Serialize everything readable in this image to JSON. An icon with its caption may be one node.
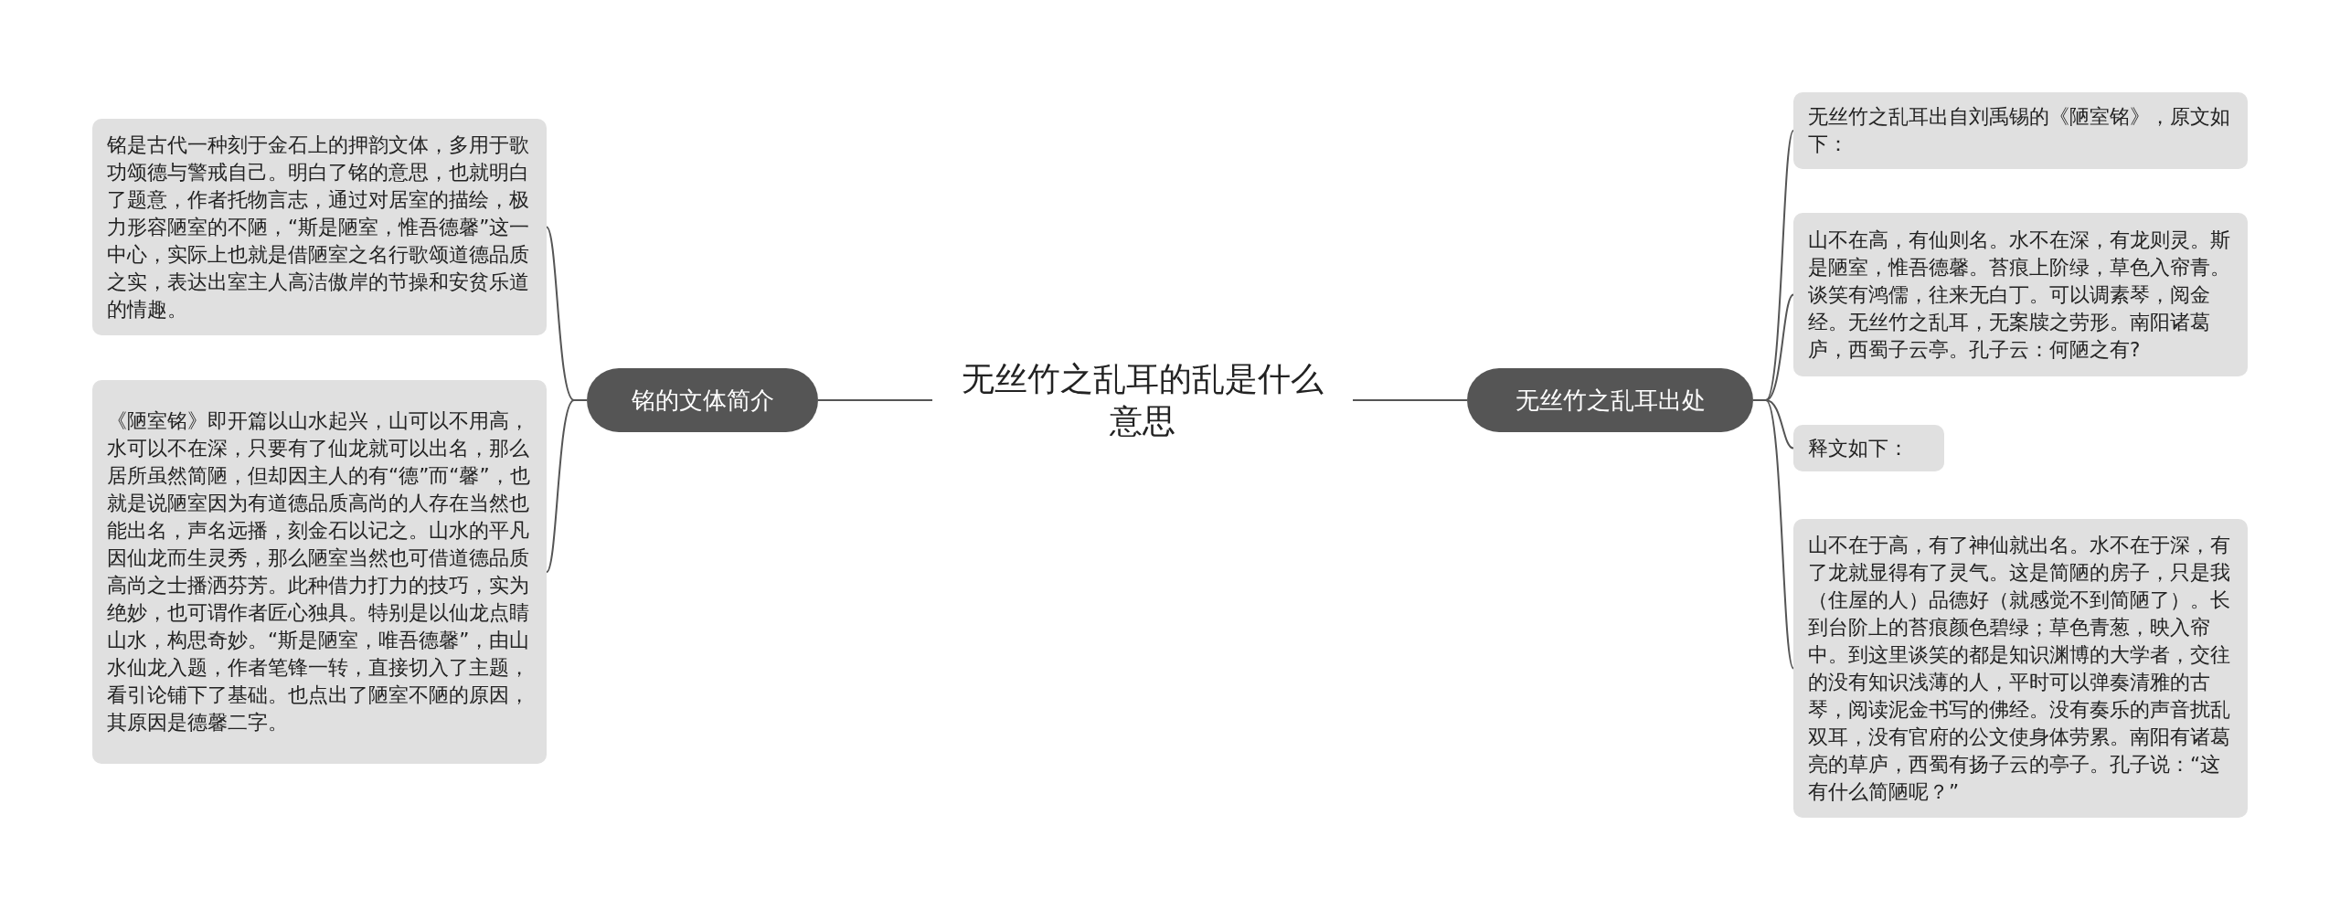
{
  "diagram": {
    "nodes": [
      {
        "text": [
          "无丝竹之乱耳的乱是什么意思"
        ]
      },
      {
        "text": [
          "铭的文体简介"
        ]
      },
      {
        "text": [
          "铭是古代一种刻于金石上的押韵文体，多用于歌功颂德与警戒自己。明白了铭的意思，也就明白了题意，作者托物言志，通过对居室的描绘，极力形容陋室的不陋，“斯是陋室，惟吾德馨”这一中心，实际上也就是借陋室之名行歌颂道德品质之实，表达出室主人高洁傲岸的节操和安贫乐道的情趣。"
        ]
      },
      {
        "text": [
          "《陋室铭》即开篇以山水起兴，山可以不用高，水可以不在深，只要有了仙龙就可以出名，那么居所虽然简陋，但却因主人的有“德”而“馨”，也就是说陋室因为有道德品质高尚的人存在当然也能出名，声名远播，刻金石以记之。山水的平凡因仙龙而生灵秀，那么陋室当然也可借道德品质高尚之士播洒芬芳。此种借力打力的技巧，实为绝妙，也可谓作者匠心独具。特别是以仙龙点睛山水，构思奇妙。“斯是陋室，唯吾德馨”，由山水仙龙入题，作者笔锋一转，直接切入了主题，看引论铺下了基础。也点出了陋室不陋的原因，其原因是德馨二字。"
        ]
      },
      {
        "text": [
          "无丝竹之乱耳出处"
        ]
      },
      {
        "text": [
          "无丝竹之乱耳出自刘禹锡的《陋室铭》，原文如下："
        ]
      },
      {
        "text": [
          "山不在高，有仙则名。水不在深，有龙则灵。斯是陋室，惟吾德馨。苔痕上阶绿，草色入帘青。谈笑有鸿儒，往来无白丁。可以调素琴，阅金经。无丝竹之乱耳，无案牍之劳形。南阳诸葛庐，西蜀子云亭。孔子云：何陋之有?"
        ]
      },
      {
        "text": [
          "释文如下："
        ]
      },
      {
        "text": [
          "山不在于高，有了神仙就出名。水不在于深，有了龙就显得有了灵气。这是简陋的房子，只是我（住屋的人）品德好（就感觉不到简陋了）。长到台阶上的苔痕颜色碧绿；草色青葱，映入帘中。到这里谈笑的都是知识渊博的大学者，交往的没有知识浅薄的人，平时可以弹奏清雅的古琴，阅读泥金书写的佛经。没有奏乐的声音扰乱双耳，没有官府的公文使身体劳累。南阳有诸葛亮的草庐，西蜀有扬子云的亭子。孔子说：“这有什么简陋呢？”"
        ]
      }
    ],
    "edges": [
      {
        "from": 0,
        "to": 1,
        "arrow": "none"
      },
      {
        "from": 1,
        "to": 2,
        "arrow": "none"
      },
      {
        "from": 1,
        "to": 3,
        "arrow": "none"
      },
      {
        "from": 0,
        "to": 4,
        "arrow": "none"
      },
      {
        "from": 4,
        "to": 5,
        "arrow": "none"
      },
      {
        "from": 4,
        "to": 6,
        "arrow": "none"
      },
      {
        "from": 4,
        "to": 7,
        "arrow": "none"
      },
      {
        "from": 4,
        "to": 8,
        "arrow": "none"
      }
    ]
  }
}
